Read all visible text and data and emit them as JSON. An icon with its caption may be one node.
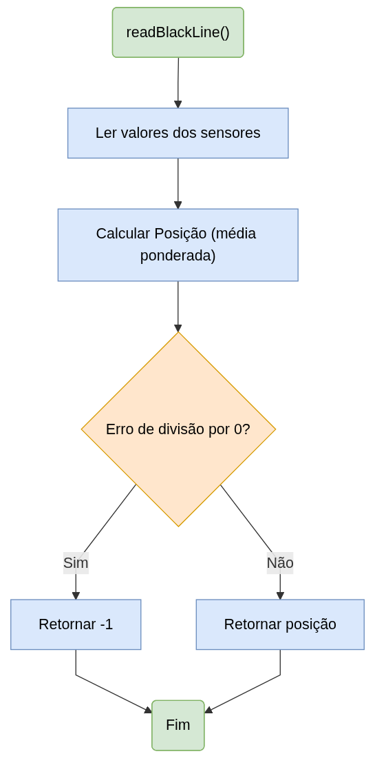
{
  "diagram": {
    "nodes": [
      {
        "text": [
          "readBlackLine()"
        ]
      },
      {
        "text": [
          "Ler valores dos sensores"
        ]
      },
      {
        "text": [
          "Calcular Posição (média ponderada)"
        ]
      },
      {
        "text": [
          "Erro de divisão por 0?"
        ]
      },
      {
        "text": [
          "Retornar -1"
        ]
      },
      {
        "text": [
          "Retornar posição"
        ]
      },
      {
        "text": [
          "Fim"
        ]
      }
    ],
    "edges": [
      {
        "from": 0,
        "to": 1,
        "arrow": "to"
      },
      {
        "from": 1,
        "to": 2,
        "arrow": "to"
      },
      {
        "from": 2,
        "to": 3,
        "arrow": "to"
      },
      {
        "from": 3,
        "to": 4,
        "arrow": "to",
        "label": "Sim"
      },
      {
        "from": 3,
        "to": 5,
        "arrow": "to",
        "label": "Não"
      },
      {
        "from": 4,
        "to": 6,
        "arrow": "to"
      },
      {
        "from": 5,
        "to": 6,
        "arrow": "to"
      }
    ]
  }
}
